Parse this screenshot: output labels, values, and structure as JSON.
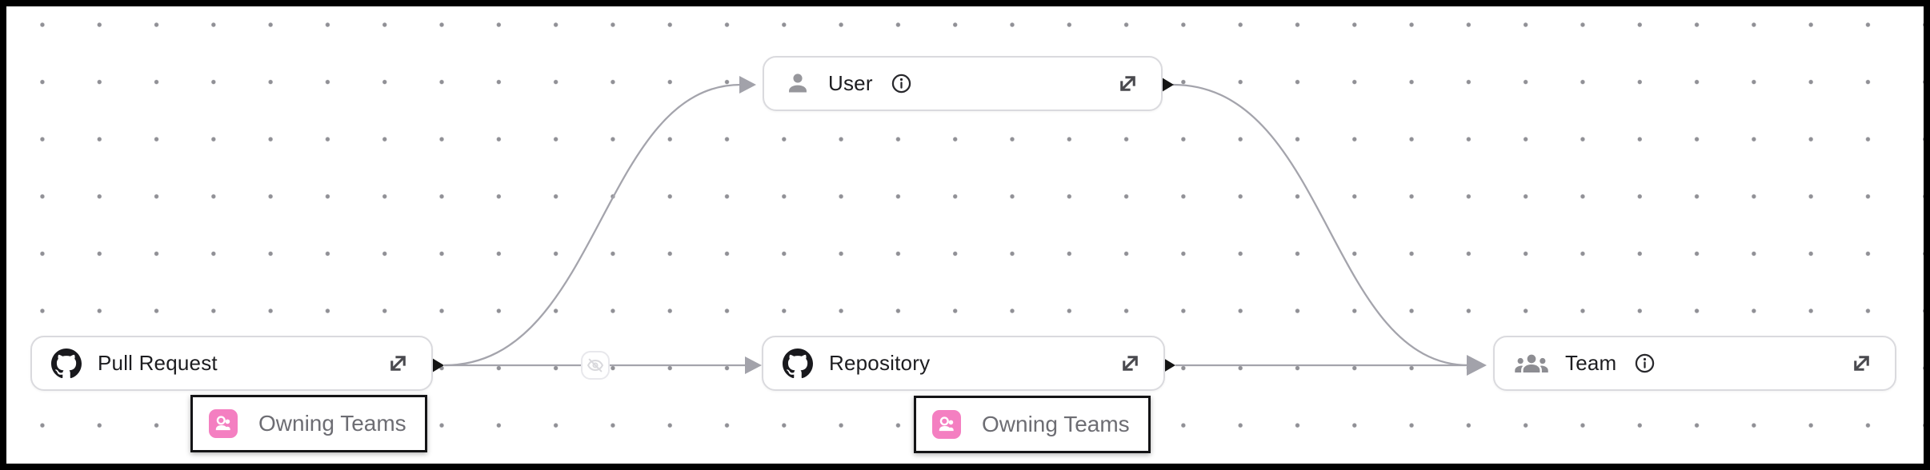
{
  "diagram": {
    "nodes": [
      {
        "label": "Pull Request",
        "icon": "github-icon",
        "has_info": false
      },
      {
        "label": "User",
        "icon": "user-icon",
        "has_info": true
      },
      {
        "label": "Repository",
        "icon": "github-icon",
        "has_info": false
      },
      {
        "label": "Team",
        "icon": "team-icon",
        "has_info": true
      }
    ],
    "attachments": [
      {
        "label": "Owning Teams",
        "icon": "owning-teams-icon",
        "parent": "Pull Request"
      },
      {
        "label": "Owning Teams",
        "icon": "owning-teams-icon",
        "parent": "Repository"
      }
    ],
    "edges": [
      {
        "from": "Pull Request",
        "to": "User"
      },
      {
        "from": "Pull Request",
        "to": "Repository",
        "marker": "visibility-off-icon"
      },
      {
        "from": "Repository",
        "to": "Team"
      },
      {
        "from": "User",
        "to": "Team"
      }
    ],
    "colors": {
      "accent_pink": "#F47FC1",
      "edge_gray": "#A4A4AC",
      "node_border": "#DADADE",
      "handle_black": "#141414",
      "grid_dot": "#7D7D83"
    }
  }
}
